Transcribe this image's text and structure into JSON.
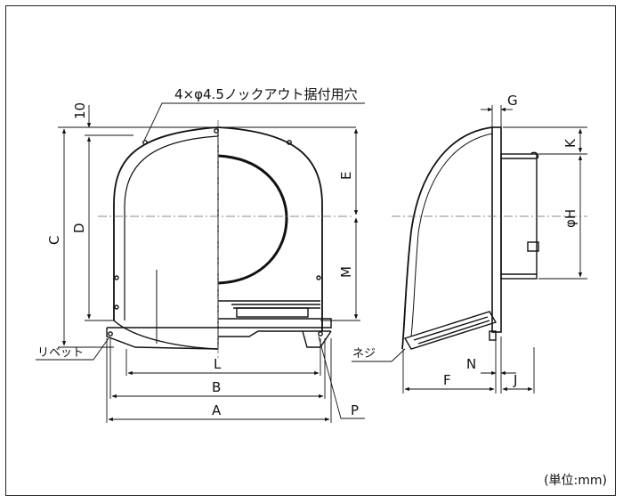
{
  "labels": {
    "knockout": "4×φ4.5ノックアウト据付用穴",
    "rivet": "リベット",
    "screw": "ネジ",
    "unit": "(単位:mm)",
    "dim_10": "10",
    "dim_A": "A",
    "dim_B": "B",
    "dim_C": "C",
    "dim_D": "D",
    "dim_E": "E",
    "dim_F": "F",
    "dim_G": "G",
    "dim_H": "φH",
    "dim_J": "J",
    "dim_K": "K",
    "dim_L": "L",
    "dim_M": "M",
    "dim_N": "N",
    "dim_P": "P"
  }
}
